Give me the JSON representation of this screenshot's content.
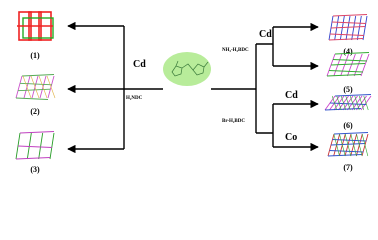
{
  "diagram": {
    "center_molecule_label": "",
    "metals": {
      "left": "Cd",
      "upper_right": "Cd",
      "lower_right_top": "Cd",
      "lower_right_bottom": "Co"
    },
    "ligands": {
      "left": "H₂NDC",
      "upper_right": "NH₂-H₂BDC",
      "lower_right": "Br-H₂BDC"
    },
    "products": [
      {
        "number": "(1)",
        "colors": [
          "#ee2222",
          "#22aa22"
        ]
      },
      {
        "number": "(2)",
        "colors": [
          "#cc55cc",
          "#55aa55",
          "#e0b040"
        ]
      },
      {
        "number": "(3)",
        "colors": [
          "#2a9d2a",
          "#c040c0"
        ]
      },
      {
        "number": "(4)",
        "colors": [
          "#3344cc",
          "#dd4466"
        ]
      },
      {
        "number": "(5)",
        "colors": [
          "#cc44cc",
          "#33aa33"
        ]
      },
      {
        "number": "(6)",
        "colors": [
          "#cc44cc",
          "#3355cc",
          "#33aa33"
        ]
      },
      {
        "number": "(7)",
        "colors": [
          "#cc3333",
          "#3355cc",
          "#33aa33"
        ]
      }
    ]
  }
}
